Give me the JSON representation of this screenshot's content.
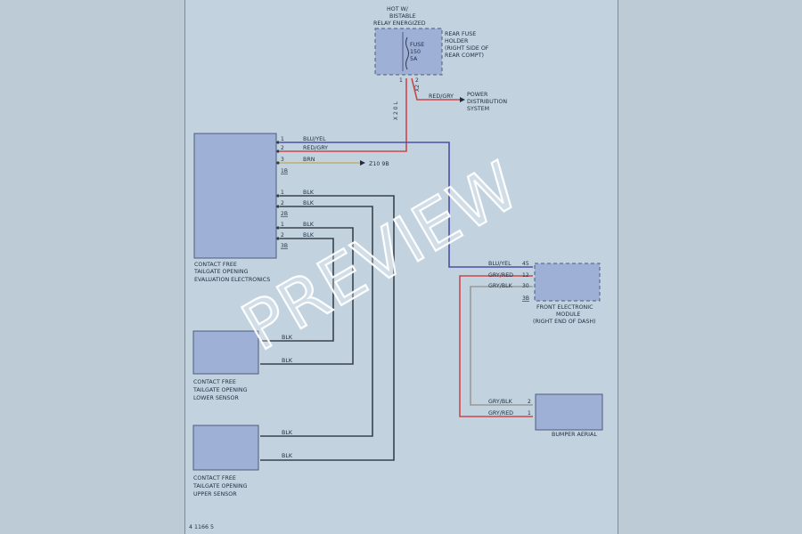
{
  "relay": {
    "line1": "HOT W/",
    "line2": "BISTABLE",
    "line3": "RELAY ENERGIZED"
  },
  "fuse": {
    "line1": "FUSE",
    "line2": "150",
    "line3": "5A"
  },
  "fuse_holder": {
    "line1": "REAR FUSE",
    "line2": "HOLDER",
    "line3": "(RIGHT SIDE OF",
    "line4": "REAR COMPT)"
  },
  "fuse_pins": {
    "left": "1",
    "right": "2"
  },
  "fuse_connector": {
    "left": "X 2 0 L",
    "right": "X2"
  },
  "power_distribution": {
    "wire_color": "RED/GRY",
    "line1": "POWER",
    "line2": "DISTRIBUTION",
    "line3": "SYSTEM"
  },
  "evaluation_electronics": {
    "line1": "CONTACT FREE",
    "line2": "TAILGATE OPENING",
    "line3": "EVALUATION ELECTRONICS",
    "group1": [
      {
        "pin": "1",
        "color": "BLU/YEL"
      },
      {
        "pin": "2",
        "color": "RED/GRY"
      },
      {
        "pin": "3",
        "color": "BRN"
      }
    ],
    "group1_conn": "1B",
    "ground": "Z10 9B",
    "group2": [
      {
        "pin": "1",
        "color": "BLK"
      },
      {
        "pin": "2",
        "color": "BLK"
      }
    ],
    "group2_conn": "2B",
    "group3": [
      {
        "pin": "1",
        "color": "BLK"
      },
      {
        "pin": "2",
        "color": "BLK"
      }
    ],
    "group3_conn": "3B"
  },
  "lower_sensor": {
    "line1": "CONTACT FREE",
    "line2": "TAILGATE OPENING",
    "line3": "LOWER SENSOR",
    "wire1": "BLK",
    "wire2": "BLK"
  },
  "upper_sensor": {
    "line1": "CONTACT FREE",
    "line2": "TAILGATE OPENING",
    "line3": "UPPER SENSOR",
    "wire1": "BLK",
    "wire2": "BLK"
  },
  "front_module": {
    "pins": [
      {
        "pin": "45",
        "color": "BLU/YEL"
      },
      {
        "pin": "12",
        "color": "GRY/RED"
      },
      {
        "pin": "30",
        "color": "GRY/BLK"
      }
    ],
    "conn": "3B",
    "line1": "FRONT ELECTRONIC",
    "line2": "MODULE",
    "line3": "(RIGHT END OF DASH)"
  },
  "bumper_aerial": {
    "pins": [
      {
        "pin": "2",
        "color": "GRY/BLK"
      },
      {
        "pin": "1",
        "color": "GRY/RED"
      }
    ],
    "label": "BUMPER AERIAL"
  },
  "figure_id": "4 1166 5",
  "watermark": "PREVIEW",
  "colors": {
    "background": "#bccbd6",
    "sheet": "#c2d2df",
    "component": "#9fb0d6",
    "red_wire": "#c9484c",
    "blue_wire": "#4a4fa8",
    "black_wire": "#39434c"
  }
}
